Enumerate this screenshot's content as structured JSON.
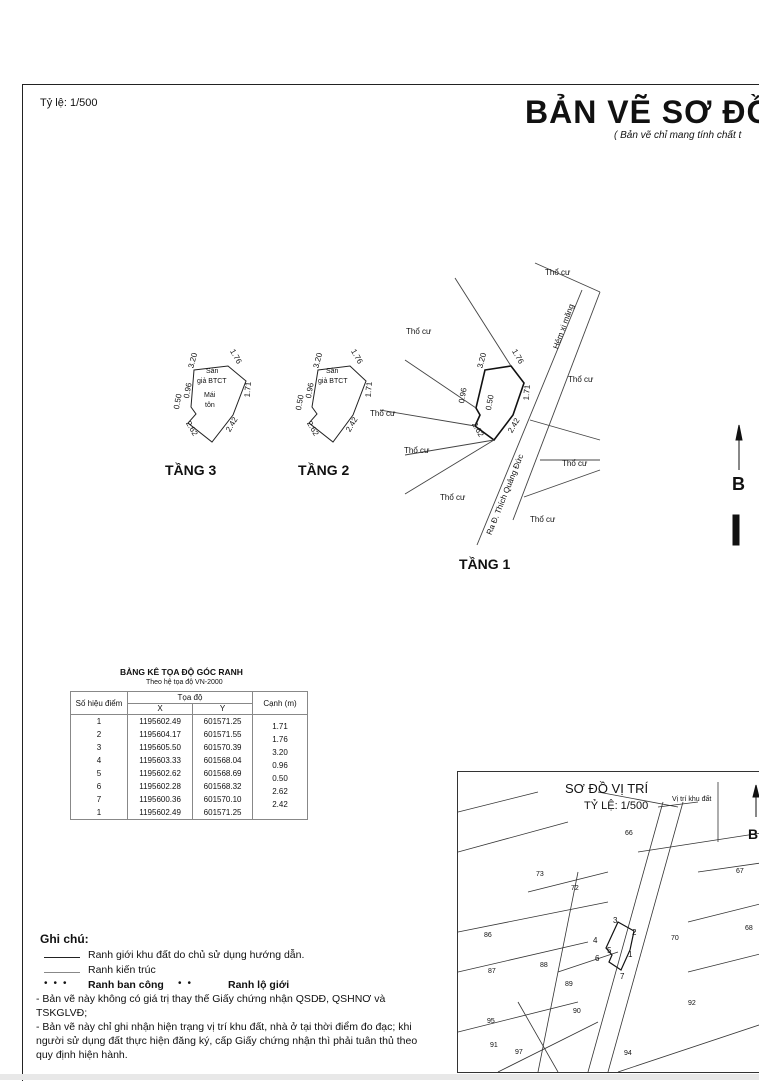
{
  "header": {
    "scale": "Tỷ lệ: 1/500",
    "title": "BẢN VẼ SƠ ĐỒ",
    "subtitle": "( Bản vẽ chỉ mang tính chất t"
  },
  "floors": {
    "tang3": {
      "label": "TẦNG 3",
      "dim_top": "3.20",
      "dim_tr": "1.76",
      "dim_right": "1.71",
      "dim_br": "2.42",
      "dim_bl": "2.62",
      "dim_l1": "0.50",
      "dim_l2": "0.96",
      "text_san": "Sàn",
      "text_gia": "giả BTCT",
      "text_mai": "Mái",
      "text_ton": "tôn"
    },
    "tang2": {
      "label": "TẦNG 2",
      "dim_top": "3.20",
      "dim_tr": "1.76",
      "dim_right": "1.71",
      "dim_br": "2.42",
      "dim_bl": "2.62",
      "dim_l1": "0.50",
      "dim_l2": "0.96",
      "text_san": "Sàn",
      "text_gia": "giả BTCT"
    },
    "tang1": {
      "label": "TẦNG 1",
      "dim_top": "3.20",
      "dim_tr": "1.76",
      "dim_right": "1.71",
      "dim_br": "2.42",
      "dim_bl": "2.62",
      "dim_l1": "0.50",
      "dim_l2": "0.96"
    }
  },
  "site_labels": {
    "tho_cu": "Thổ cư",
    "hem": "Hẻm xi măng",
    "road": "Ra Đ. Thích Quảng Đức"
  },
  "north": "B",
  "table": {
    "title": "BẢNG KÊ TỌA ĐỘ GÓC RANH",
    "subtitle": "Theo hệ tọa độ VN-2000",
    "col_point": "Số hiệu điểm",
    "col_coord": "Tọa độ",
    "col_x": "X",
    "col_y": "Y",
    "col_edge": "Cạnh (m)",
    "rows": [
      {
        "p": "1",
        "x": "1195602.49",
        "y": "601571.25"
      },
      {
        "p": "2",
        "x": "1195604.17",
        "y": "601571.55"
      },
      {
        "p": "3",
        "x": "1195605.50",
        "y": "601570.39"
      },
      {
        "p": "4",
        "x": "1195603.33",
        "y": "601568.04"
      },
      {
        "p": "5",
        "x": "1195602.62",
        "y": "601568.69"
      },
      {
        "p": "6",
        "x": "1195602.28",
        "y": "601568.32"
      },
      {
        "p": "7",
        "x": "1195600.36",
        "y": "601570.10"
      },
      {
        "p": "1",
        "x": "1195602.49",
        "y": "601571.25"
      }
    ],
    "edges": [
      "1.71",
      "1.76",
      "3.20",
      "0.96",
      "0.50",
      "2.62",
      "2.42"
    ]
  },
  "notes": {
    "title": "Ghi chú:",
    "legend1": "Ranh giới khu đất do chủ sử dụng hướng dẫn.",
    "legend2": "Ranh kiến trúc",
    "legend3": "Ranh ban công",
    "legend4": "Ranh lộ giới",
    "line1": "- Bản vẽ này không có giá trị thay thế Giấy chứng nhận QSDĐ, QSHNƠ và",
    "line2": "TSKGLVĐ;",
    "line3": "- Bản vẽ này chỉ ghi nhận hiện trạng vị trí khu đất, nhà ở tại thời điểm đo đạc; khi",
    "line4": "người sử dụng đất thực hiện đăng ký, cấp Giấy chứng nhận thì phải tuân thủ theo",
    "line5": "quy định hiện hành."
  },
  "location_map": {
    "title": "SƠ ĐỒ VỊ TRÍ",
    "scale": "TỶ LỆ: 1/500",
    "site_label": "Vị trí khu đất",
    "points": [
      "1",
      "2",
      "3",
      "4",
      "5",
      "6",
      "7"
    ],
    "parcels": [
      "66",
      "73",
      "72",
      "68",
      "70",
      "88",
      "87",
      "89",
      "90",
      "86",
      "95",
      "97",
      "91",
      "94",
      "92",
      "67"
    ]
  }
}
